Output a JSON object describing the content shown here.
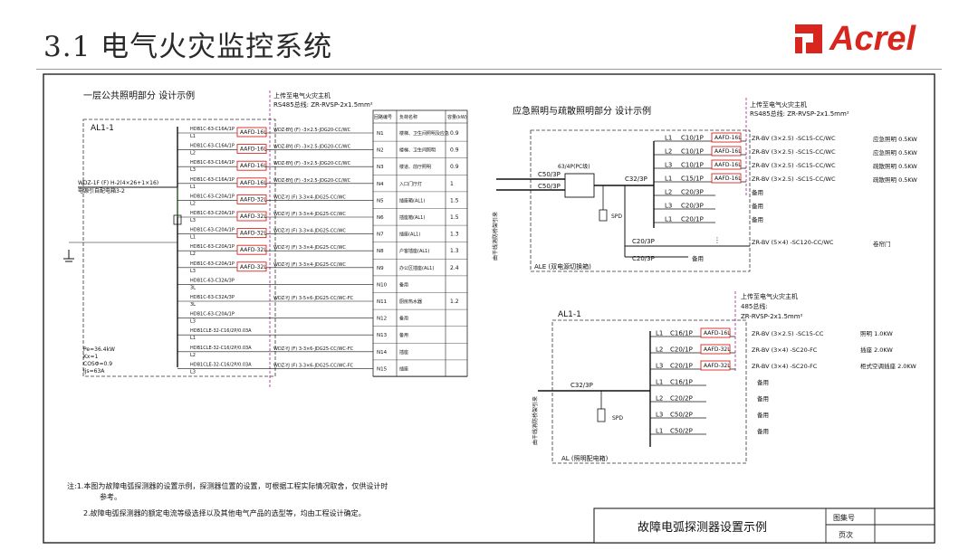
{
  "header": {
    "title": "3.1 电气火灾监控系统",
    "logo_text": "Acrel",
    "brand_color": "#d8251d"
  },
  "left_panel": {
    "heading": "一层公共照明部分 设计示例",
    "upper": "上传至电气火灾主机",
    "bus": "RS485总线: ZR-RVSP-2x1.5mm²",
    "box_label": "AL1-1",
    "incoming": "WDZ-1F (F) H-2(4×26+1×16)",
    "incoming_sub": "电源引自配电箱3-2",
    "params": [
      "Pe=36.4kW",
      "Kx=1",
      "COSΦ=0.9",
      "Ijs=63A"
    ],
    "col_headers": [
      "回路编号",
      "负荷名称",
      "容量(kW)"
    ],
    "rows": [
      {
        "brk": "HDB1C-63-C16A/1P",
        "ph": "L1",
        "dev": "AAFD-16L",
        "cable": "WDZ-BYJ (F) -3×2.5-JDG20-CC/WC",
        "id": "N1",
        "load": "楼梯、卫生间照明及应急",
        "kw": "0.9"
      },
      {
        "brk": "HDB1C-63-C16A/1P",
        "ph": "L2",
        "dev": "AAFD-16L",
        "cable": "WDZ-BYJ (F) -3×2.5-JDG20-CC/WC",
        "id": "N2",
        "load": "楼梯、卫生间照明",
        "kw": "0.9"
      },
      {
        "brk": "HDB1C-63-C16A/1P",
        "ph": "L3",
        "dev": "AAFD-16L",
        "cable": "WDZ-BYJ (F) -3×2.5-JDG20-CC/WC",
        "id": "N3",
        "load": "楼道、前厅照明",
        "kw": "0.9"
      },
      {
        "brk": "HDB1C-63-C16A/1P",
        "ph": "L1",
        "dev": "AAFD-16L",
        "cable": "WDZ-BYJ (F) -3×2.5-JDG20-CC/WC",
        "id": "N4",
        "load": "入口门厅灯",
        "kw": "1"
      },
      {
        "brk": "HDB1C-63-C20A/1P",
        "ph": "L2",
        "dev": "AAFD-32L",
        "cable": "WDZ-YJ (F) 3-3×4-JDG25-CC/WC",
        "id": "N5",
        "load": "插座箱(AL1)",
        "kw": "1.5"
      },
      {
        "brk": "HDB1C-63-C20A/1P",
        "ph": "L3",
        "dev": "AAFD-32L",
        "cable": "WDZ-YJ (F) 3-3×4-JDG25-CC/WC",
        "id": "N6",
        "load": "插座箱(AL1)",
        "kw": "1.5"
      },
      {
        "brk": "HDB1C-63-C20A/1P",
        "ph": "L1",
        "dev": "AAFD-32L",
        "cable": "WDZ-YJ (F) 3-3×4-JDG25-CC/WC",
        "id": "N7",
        "load": "插座(AL1)",
        "kw": "1.3"
      },
      {
        "brk": "HDB1C-63-C20A/1P",
        "ph": "L2",
        "dev": "AAFD-32L",
        "cable": "WDZ-YJ (F) 3-3×4-JDG25-CC/WC",
        "id": "N8",
        "load": "户客插座(AL1)",
        "kw": "1.3"
      },
      {
        "brk": "HDB1C-63-C20A/1P",
        "ph": "L3",
        "dev": "AAFD-32L",
        "cable": "WDZ-YJ (F) 3-3×4-JDG25-CC/WC",
        "id": "N9",
        "load": "办公区插座(AL1)",
        "kw": "2.4"
      },
      {
        "brk": "HDB1C-63-C32A/3P",
        "ph": "3L",
        "dev": "",
        "cable": "",
        "id": "N10",
        "load": "备用",
        "kw": ""
      },
      {
        "brk": "HDB1C-63-C32A/3P",
        "ph": "3L",
        "dev": "",
        "cable": "WDZ-YJ (F) 3-5×6-JDG25-CC/WC-FC",
        "id": "N11",
        "load": "厨房热水器",
        "kw": "1.2"
      },
      {
        "brk": "HDB1C-63-C20A/1P",
        "ph": "L3",
        "dev": "",
        "cable": "",
        "id": "N12",
        "load": "备用",
        "kw": ""
      },
      {
        "brk": "HDB1CLE-32-C16/2P/0.03A",
        "ph": "L1",
        "dev": "",
        "cable": "",
        "id": "N13",
        "load": "备用",
        "kw": ""
      },
      {
        "brk": "HDB1CLE-32-C16/2P/0.03A",
        "ph": "L2",
        "dev": "",
        "cable": "WDZ-YJ (F) 3-3×6-JDG25-CC/WC-FC",
        "id": "N14",
        "load": "插座",
        "kw": ""
      },
      {
        "brk": "HDB1CLE-32-C16/2P/0.03A",
        "ph": "L3",
        "dev": "",
        "cable": "WDZ-YJ (F) 3-3×6-JDG25-CC/WC-FC",
        "id": "N15",
        "load": "插座",
        "kw": ""
      }
    ]
  },
  "right_top": {
    "heading": "应急照明与疏散照明部分 设计示例",
    "upper": "上传至电气火灾主机",
    "bus": "RS485总线: ZR-RVSP-2x1.5mm²",
    "incoming_a": "C50/3P",
    "incoming_b": "C50/3P",
    "ats": "63/4P(PC级)",
    "main_brk": "C32/3P",
    "spd": "SPD",
    "box_label": "ALE (双电源切换箱)",
    "side_label": "由干线消防桥架引来",
    "rows": [
      {
        "ph": "L1",
        "brk": "C10/1P",
        "dev": "AAFD-16L",
        "cable": "ZR-BV (3×2.5) -SC15-CC/WC",
        "load": "应急照明 0.5KW"
      },
      {
        "ph": "L2",
        "brk": "C10/1P",
        "dev": "AAFD-16L",
        "cable": "ZR-BV (3×2.5) -SC15-CC/WC",
        "load": "应急照明 0.5KW"
      },
      {
        "ph": "L3",
        "brk": "C10/1P",
        "dev": "AAFD-16L",
        "cable": "ZR-BV (3×2.5) -SC15-CC/WC",
        "load": "疏散照明 0.5KW"
      },
      {
        "ph": "L1",
        "brk": "C15/1P",
        "dev": "AAFD-16L",
        "cable": "ZR-BV (3×2.5) -SC15-CC/WC",
        "load": "疏散照明 0.5KW"
      },
      {
        "ph": "L2",
        "brk": "C20/3P",
        "dev": "",
        "cable": "备用",
        "load": ""
      },
      {
        "ph": "L3",
        "brk": "C20/3P",
        "dev": "",
        "cable": "备用",
        "load": ""
      },
      {
        "ph": "L1",
        "brk": "C20/1P",
        "dev": "",
        "cable": "备用",
        "load": ""
      }
    ],
    "extra_a_brk": "C20/3P",
    "extra_a_cable": "ZR-BV (5×4) -SC120-CC/WC",
    "extra_a_load": "卷帘门",
    "extra_b_brk": "C20/3P",
    "extra_b_cable": "备用"
  },
  "right_bottom": {
    "upper": "上传至电气火灾主机",
    "bus1": "485总线:",
    "bus2": "ZR-RVSP-2x1.5mm²",
    "box_label": "AL1-1",
    "main_brk": "C32/3P",
    "spd": "SPD",
    "side_label": "由干线消防桥架引来",
    "footer_box": "AL (照明配电箱)",
    "rows": [
      {
        "ph": "L1",
        "brk": "C16/1P",
        "dev": "AAFD-16L",
        "cable": "ZR-BV (3×2.5) -SC15-CC",
        "load": "照明 1.0KW"
      },
      {
        "ph": "L2",
        "brk": "C20/1P",
        "dev": "AAFD-32L",
        "cable": "ZR-BV (3×4) -SC20-FC",
        "load": "插座 2.0KW"
      },
      {
        "ph": "L3",
        "brk": "C20/1P",
        "dev": "AAFD-32L",
        "cable": "ZR-BV (3×4) -SC20-FC",
        "load": "柜式空调插座 2.0KW"
      },
      {
        "ph": "L1",
        "brk": "C16/1P",
        "dev": "",
        "cable": "备用",
        "load": ""
      },
      {
        "ph": "L2",
        "brk": "C20/2P",
        "dev": "",
        "cable": "备用",
        "load": ""
      },
      {
        "ph": "L3",
        "brk": "C50/2P",
        "dev": "",
        "cable": "备用",
        "load": ""
      },
      {
        "ph": "L1",
        "brk": "C50/2P",
        "dev": "",
        "cable": "备用",
        "load": ""
      }
    ]
  },
  "notes": {
    "line1": "注:1.本图为故障电弧探测器的设置示例，探测器位置的设置，可根据工程实际情况取舍，仅供设计时",
    "line1b": "参考。",
    "line2": "2.故障电弧探测器的额定电流等级选择以及其他电气产品的选型等，均由工程设计确定。"
  },
  "title_block": {
    "title": "故障电弧探测器设置示例",
    "label_atlas": "图集号",
    "label_page": "页次"
  }
}
